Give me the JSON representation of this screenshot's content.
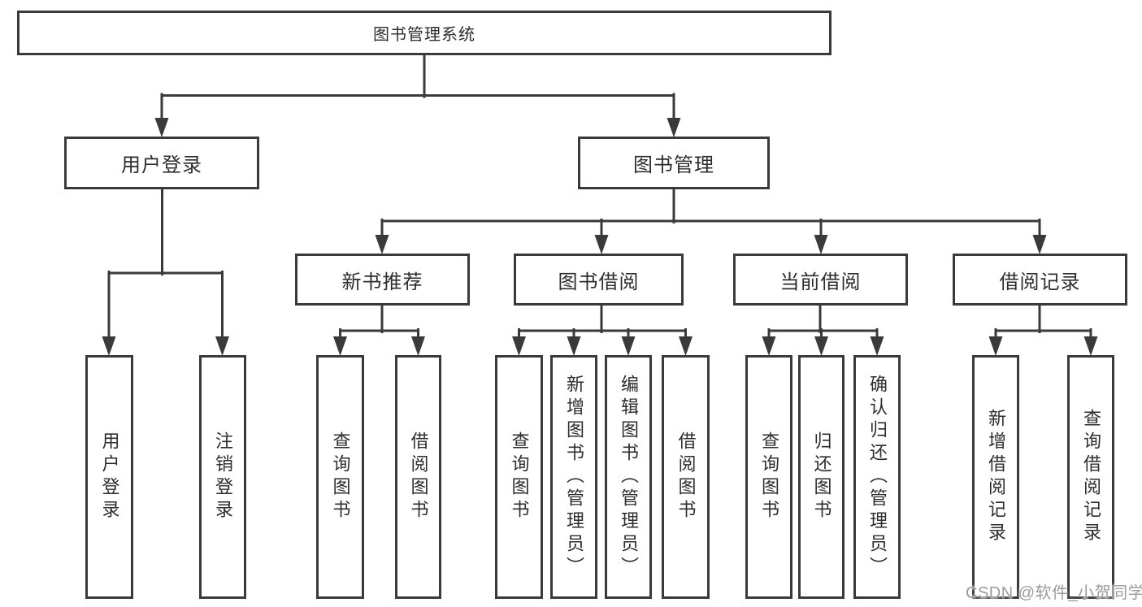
{
  "diagram": {
    "root": {
      "label": "图书管理系统"
    },
    "level1": [
      {
        "label": "用户登录"
      },
      {
        "label": "图书管理"
      }
    ],
    "level2": [
      {
        "label": "新书推荐",
        "parent": "图书管理"
      },
      {
        "label": "图书借阅",
        "parent": "图书管理"
      },
      {
        "label": "当前借阅",
        "parent": "图书管理"
      },
      {
        "label": "借阅记录",
        "parent": "图书管理"
      }
    ],
    "level3": [
      {
        "label": "用户登录",
        "parent": "用户登录"
      },
      {
        "label": "注销登录",
        "parent": "用户登录"
      },
      {
        "label": "查询图书",
        "parent": "新书推荐"
      },
      {
        "label": "借阅图书",
        "parent": "新书推荐"
      },
      {
        "label": "查询图书",
        "parent": "图书借阅"
      },
      {
        "label": "新增图书（管理员）",
        "parent": "图书借阅"
      },
      {
        "label": "编辑图书（管理员）",
        "parent": "图书借阅"
      },
      {
        "label": "借阅图书",
        "parent": "图书借阅"
      },
      {
        "label": "查询图书",
        "parent": "当前借阅"
      },
      {
        "label": "归还图书",
        "parent": "当前借阅"
      },
      {
        "label": "确认归还（管理员）",
        "parent": "当前借阅"
      },
      {
        "label": "新增借阅记录",
        "parent": "借阅记录"
      },
      {
        "label": "查询借阅记录",
        "parent": "借阅记录"
      }
    ]
  },
  "watermark": {
    "text": "CSDN @软件_小贺同学"
  },
  "colors": {
    "background": "#ffffff",
    "box_fill": "#ffffff",
    "border": "#3a3a3a",
    "line": "#3a3a3a",
    "text": "#2d2d2d",
    "watermark": "#9b9b9b"
  }
}
